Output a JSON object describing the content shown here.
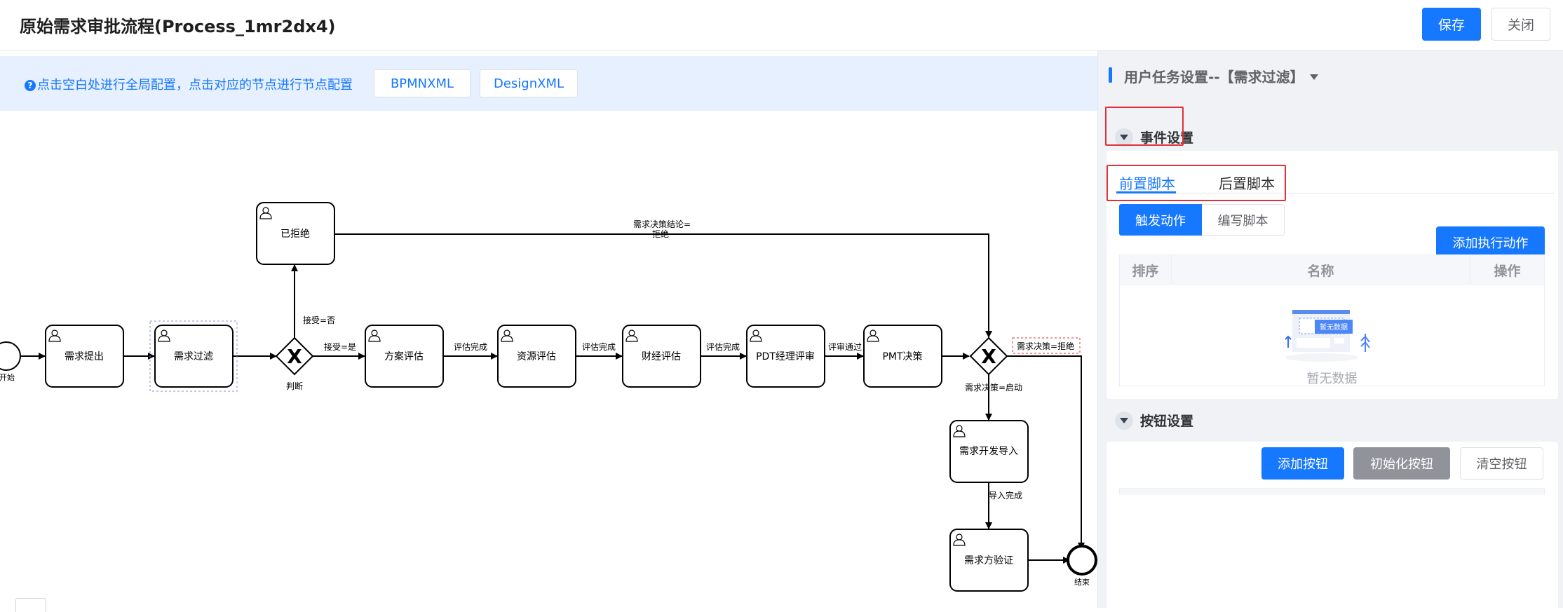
{
  "header": {
    "title": "原始需求审批流程(Process_1mr2dx4)",
    "save_label": "保存",
    "close_label": "关闭"
  },
  "canvas": {
    "tip": "点击空白处进行全局配置，点击对应的节点进行节点配置",
    "tip_icon": "question-circle-icon",
    "bpmn_button": "BPMNXML",
    "design_button": "DesignXML"
  },
  "diagram": {
    "events": {
      "start": "开始",
      "end": "结束"
    },
    "tasks": {
      "submit": "需求提出",
      "filter": "需求过滤",
      "rejected": "已拒绝",
      "solution": "方案评估",
      "resource": "资源评估",
      "finance": "财经评估",
      "pdt": "PDT经理评审",
      "pmt": "PMT决策",
      "dev_import": "需求开发导入",
      "verify": "需求方验证"
    },
    "gateways": {
      "judge": "判断"
    },
    "flows": {
      "accept_no": "接受=否",
      "accept_yes": "接受=是",
      "eval_done_1": "评估完成",
      "eval_done_2": "评估完成",
      "eval_done_3": "评估完成",
      "review_pass": "评审通过",
      "decision_reject_a": "需求决策结论=",
      "decision_reject_b": "拒绝",
      "decision_reject": "需求决策=拒绝",
      "decision_start": "需求决策=启动",
      "import_done": "导入完成"
    },
    "task_icon": "user-task-icon"
  },
  "panel": {
    "title": "用户任务设置--【需求过滤】",
    "event_section": "事件设置",
    "tabs": [
      "前置脚本",
      "后置脚本"
    ],
    "active_tab": "前置脚本",
    "segments": [
      "触发动作",
      "编写脚本"
    ],
    "add_action_label": "添加执行动作",
    "table_columns": [
      "排序",
      "名称",
      "操作"
    ],
    "empty_badge": "暂无数据",
    "empty_text": "暂无数据",
    "button_section": "按钮设置",
    "add_button_label": "添加按钮",
    "init_button_label": "初始化按钮",
    "clear_button_label": "清空按钮"
  },
  "colors": {
    "primary": "#1677ff",
    "tipbar": "#e6f0fe",
    "highlight_red": "#e0313b",
    "gray_button": "#909399"
  }
}
